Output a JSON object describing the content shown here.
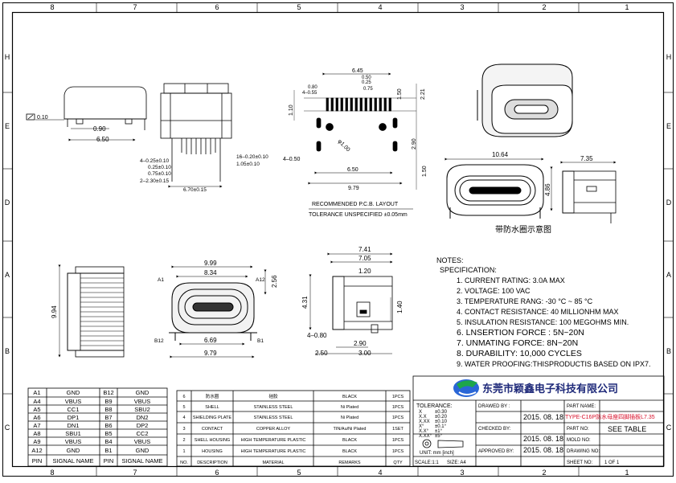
{
  "grid": {
    "columns_top": [
      "8",
      "7",
      "6",
      "5",
      "4",
      "3",
      "2",
      "1"
    ],
    "columns_bottom": [
      "8",
      "7",
      "6",
      "5",
      "4",
      "3",
      "2",
      "1"
    ],
    "rows_left": [
      "H",
      "E",
      "D",
      "A",
      "B",
      "C"
    ],
    "rows_right": [
      "H",
      "E",
      "D",
      "A",
      "B",
      "C"
    ]
  },
  "dimensions": {
    "flatness": "0.10",
    "side_090": "0.90",
    "side_650": "6.50",
    "pin_labels": [
      "4–0.25±0.10",
      "0.25±0.10",
      "0.75±0.10",
      "2–2.30±0.15"
    ],
    "pin_right_labels": [
      "16–0.20±0.10",
      "1.05±0.10"
    ],
    "front_670": "6.70±0.15",
    "pcb_645": "6.45",
    "pcb_050": "0.50",
    "pcb_025": "0.25",
    "pcb_075": "0.75",
    "pcb_080": "0.80",
    "pcb_4_055": "4–0.55",
    "pcb_110": "1.10",
    "pcb_150": "1.50",
    "pcb_221": "2.21",
    "pcb_phi": "φ1.00",
    "pcb_4_050": "4–0.50",
    "pcb_290": "2.90",
    "pcb_150b": "1.50",
    "pcb_650": "6.50",
    "pcb_979": "9.79",
    "iso_1064": "10.64",
    "iso_735": "7.35",
    "iso_486": "4.86",
    "bottom_994": "9.94",
    "front_999": "9.99",
    "front_834": "8.34",
    "front_256": "2.56",
    "front_669": "6.69",
    "front_979": "9.79",
    "front_a1": "A1",
    "front_a12": "A12",
    "front_b12": "B12",
    "front_b1": "B1",
    "side2_741": "7.41",
    "side2_705": "7.05",
    "side2_120": "1.20",
    "side2_431": "4.31",
    "side2_140": "1.40",
    "side2_4_080": "4–0.80",
    "side2_290": "2.90",
    "side2_250": "2.50",
    "side2_300": "3.00"
  },
  "pcb_layout": {
    "title": "RECOMMENDED  P.C.B. LAYOUT",
    "tolerance": "TOLERANCE  UNSPECIFIED  ±0.05mm"
  },
  "waterproof_caption": "带防水圈示意图",
  "notes": {
    "heading": "NOTES:",
    "spec": "SPECIFICATION:",
    "items": [
      "1. CURRENT RATING: 3.0A MAX",
      "2. VOLTAGE: 100 VAC",
      "3. TEMPERATURE RANG: -30 °C ~ 85 °C",
      "4. CONTACT RESISTANCE: 40 MILLIONHM MAX",
      "5. INSULATION RESISTANCE: 100 MEGOHMS MIN.",
      "6. LNSERTION  FORCE : 5N~20N",
      "7. UNMATING  FORCE: 8N~20N",
      "8. DURABILITY:    10,000  CYCLES",
      "9. WATER PROOFING:THISPRODUCTIS BASED ON IPX7."
    ]
  },
  "pin_table": {
    "headers": [
      "PIN",
      "SIGNAL NAME",
      "PIN",
      "SIGNAL NAME"
    ],
    "rows": [
      [
        "A1",
        "GND",
        "B12",
        "GND"
      ],
      [
        "A4",
        "VBUS",
        "B9",
        "VBUS"
      ],
      [
        "A5",
        "CC1",
        "B8",
        "SBU2"
      ],
      [
        "A6",
        "DP1",
        "B7",
        "DN2"
      ],
      [
        "A7",
        "DN1",
        "B6",
        "DP2"
      ],
      [
        "A8",
        "SBU1",
        "B5",
        "CC2"
      ],
      [
        "A9",
        "VBUS",
        "B4",
        "VBUS"
      ],
      [
        "A12",
        "GND",
        "B1",
        "GND"
      ]
    ]
  },
  "bom": {
    "headers": [
      "NO.",
      "DESCRIPTION",
      "MATERIAL",
      "REMARKS",
      "QTY"
    ],
    "rows": [
      [
        "6",
        "防水圈",
        "硅胶",
        "BLACK",
        "1PCS"
      ],
      [
        "5",
        "SHELL",
        "STAINLESS STEEL",
        "Ni  Plated",
        "1PCS"
      ],
      [
        "4",
        "SHIELDING PLATE",
        "STAINLESS STEEL",
        "Ni  Plated",
        "1PCS"
      ],
      [
        "3",
        "CONTACT",
        "COPPER ALLOY",
        "TIN/Au/Ni Plated",
        "1SET"
      ],
      [
        "2",
        "SHELL HOUSING",
        "HIGH TEMPERATURE PLASTIC",
        "BLACK",
        "1PCS"
      ],
      [
        "1",
        "HOUSING",
        "HIGH TEMPERATURE PLASTIC",
        "BLACK",
        "1PCS"
      ]
    ]
  },
  "title_block": {
    "company": "东莞市颖鑫电子科技有限公司",
    "tolerance_label": "TOLERANCE:",
    "tol_rows": [
      [
        "X",
        "±0.30"
      ],
      [
        "X.X",
        "±0.20"
      ],
      [
        "X.XX",
        "±0.10"
      ],
      [
        "X°",
        "±0.1°"
      ],
      [
        "X.X°",
        "±1°"
      ],
      [
        "X.XX°",
        "±5°"
      ]
    ],
    "units": "UNIT:  mm  [inch]",
    "scale": "SCALE:1:1",
    "size": "SIZE:  A4",
    "drawn_by": "DRAWED BY :",
    "checked_by": "CHECKED BY:",
    "approved_by": "APPROVED BY:",
    "date1": "2015. 08. 18",
    "date2": "2015. 08. 18",
    "date3": "2015. 08. 18",
    "part_name_label": "PART NAME:",
    "part_name": "TYPE-C16P防水母座四脚插板L7.35",
    "part_no_label": "PART NO:",
    "mold_no_label": "MOLD NO:",
    "drawing_no_label": "DRAWING NO:",
    "sheet_no_label": "SHEET NO:",
    "sheet_no": "1  OF  1",
    "see_table": "SEE  TABLE"
  },
  "colors": {
    "company_text": "#1f2a7a",
    "part_name_red": "#d8102a",
    "logo_blue": "#2a66d6",
    "logo_green": "#1da64a"
  }
}
